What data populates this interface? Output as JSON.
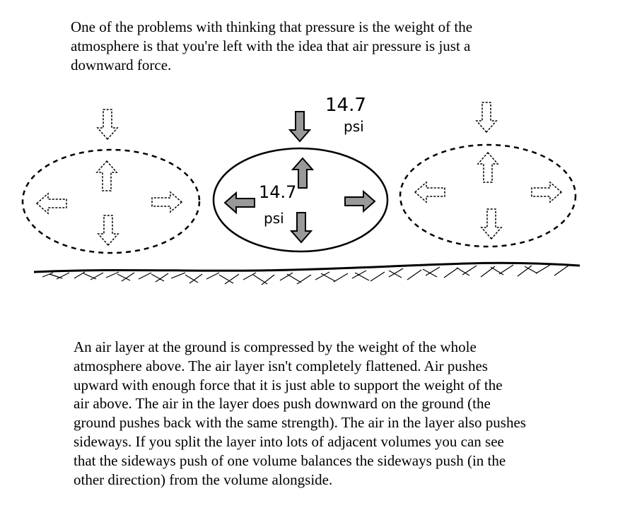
{
  "intro_text": "One of the problems with thinking that pressure is the weight of the\natmosphere is that you're left with the idea that air pressure is just a\ndownward force.",
  "diagram": {
    "top_value": "14.7",
    "top_unit": "psi",
    "center_value": "14.7",
    "center_unit": "psi",
    "colors": {
      "solid_arrow": "#999999",
      "outline": "#000000",
      "ground": "#000000"
    }
  },
  "explanation_text": "An air layer at the ground is compressed by the weight of the whole\natmosphere above.  The air layer isn't completely flattened.  Air pushes\nupward with enough force that it is just able to support the weight of the\nair above.  The air in the layer does push downward on the ground (the\nground pushes back with the same strength).  The air in the layer also pushes\nsideways.  If you split the layer into lots of adjacent volumes you can see\nthat the sideways push of one volume balances the sideways push (in the\nother direction) from the volume alongside."
}
